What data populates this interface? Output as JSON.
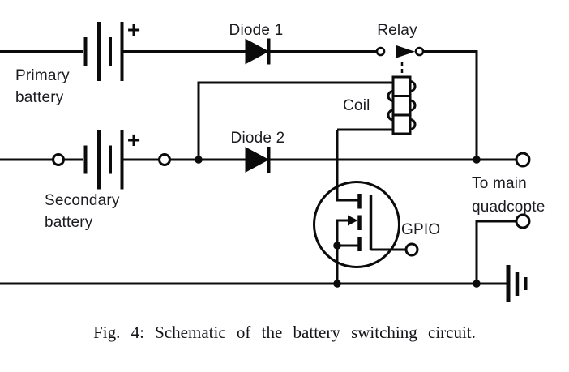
{
  "figure": {
    "type": "circuit-schematic",
    "caption": "Fig. 4: Schematic of the battery switching circuit."
  },
  "components": {
    "primary_battery": {
      "label_line1": "Primary",
      "label_line2": "battery",
      "polarity": "+"
    },
    "secondary_battery": {
      "label_line1": "Secondary",
      "label_line2": "battery",
      "polarity": "+"
    },
    "diode1": {
      "label": "Diode 1"
    },
    "diode2": {
      "label": "Diode 2"
    },
    "relay": {
      "label": "Relay"
    },
    "coil": {
      "label": "Coil"
    },
    "mosfet": {
      "gate_label": "GPIO"
    },
    "output": {
      "label_line1": "To main",
      "label_line2": "quadcopte"
    }
  },
  "colors": {
    "wire": "#0b0b0b",
    "label_text": "#1b1b20",
    "caption_text": "#141418",
    "background": "#ffffff"
  }
}
